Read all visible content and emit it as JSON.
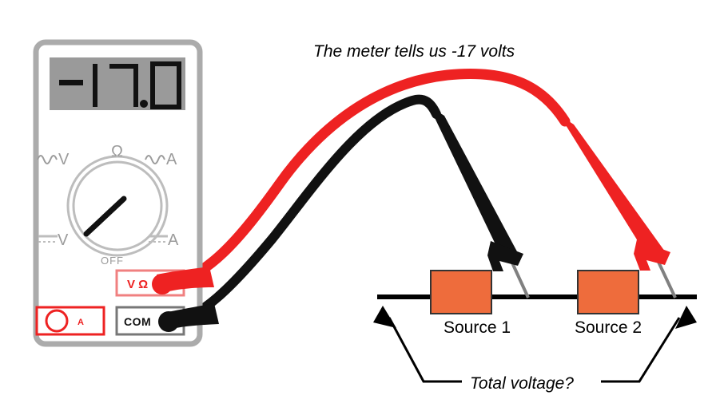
{
  "title": "The meter tells us -17 volts",
  "caption": "Total voltage?",
  "meter": {
    "display_value": "-17.0",
    "dial": {
      "label_ohm": "Ω",
      "label_ac_volts": "V",
      "label_ac_amps": "A",
      "label_dc_volts": "V",
      "label_dc_amps": "A",
      "label_off": "OFF",
      "selected_position": "dc-volts"
    },
    "jacks": {
      "v_ohm": "V Ω",
      "common": "COM",
      "amps": "A"
    }
  },
  "circuit": {
    "sources": [
      {
        "label": "Source 1"
      },
      {
        "label": "Source 2"
      }
    ],
    "black_probe_contact": "right of Source 1",
    "red_probe_contact": "right of Source 2"
  },
  "colors": {
    "red_lead": "#ee2222",
    "black_lead": "#111111",
    "source_fill": "#ee6c3c",
    "source_stroke": "#333333",
    "meter_frame": "#ababab",
    "meter_face": "#ffffff",
    "lcd": "#9a9a9a",
    "dial_gray": "#9b9b9b",
    "probe_tip": "#808080",
    "wire": "#000000"
  }
}
